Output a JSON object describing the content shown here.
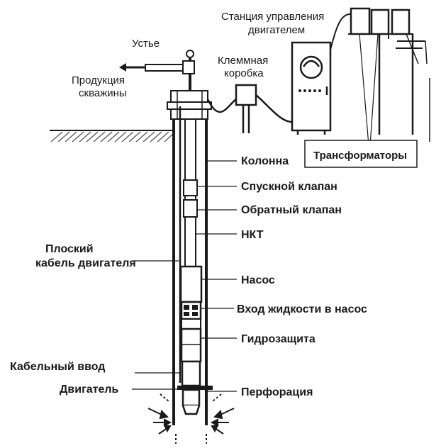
{
  "labels": {
    "wellhead": "Устье",
    "product_line1": "Продукция",
    "product_line2": "скважины",
    "junction_line1": "Клеммная",
    "junction_line2": "коробка",
    "station_line1": "Станция управления",
    "station_line2": "двигателем",
    "transformers": "Трансформаторы",
    "casing": "Колонна",
    "drain_valve": "Спускной клапан",
    "check_valve": "Обратный клапан",
    "tubing": "НКТ",
    "cable_line1": "Плоский",
    "cable_line2": "кабель двигателя",
    "pump": "Насос",
    "pump_intake": "Вход жидкости в насос",
    "protector": "Гидрозащита",
    "cable_entry": "Кабельный ввод",
    "motor": "Двигатель",
    "perforation": "Перфорация"
  },
  "colors": {
    "ink": "#1a1a1a",
    "paper": "#ffffff",
    "ground": "#7a7a7a"
  }
}
